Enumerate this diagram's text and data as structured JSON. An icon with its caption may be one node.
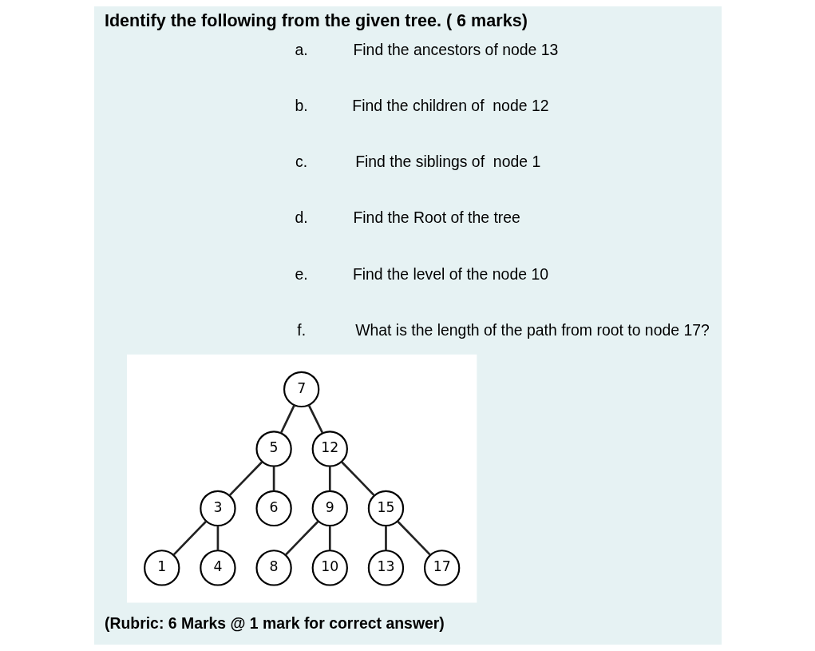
{
  "diagram": {
    "title": "Identify the following from the given tree. ( 6 marks)",
    "nodes": [
      {
        "text": [],
        "shape": "box"
      },
      {
        "text": [
          "7"
        ],
        "in": 0
      },
      {
        "text": [
          "5"
        ],
        "in": 0
      },
      {
        "text": [
          "12"
        ],
        "in": 0
      },
      {
        "text": [
          "3"
        ],
        "in": 0
      },
      {
        "text": [
          "6"
        ],
        "in": 0
      },
      {
        "text": [
          "9"
        ],
        "in": 0
      },
      {
        "text": [
          "15"
        ],
        "in": 0
      },
      {
        "text": [
          "1"
        ],
        "in": 0
      },
      {
        "text": [
          "4"
        ],
        "in": 0
      },
      {
        "text": [
          "8"
        ],
        "in": 0
      },
      {
        "text": [
          "10"
        ],
        "in": 0
      },
      {
        "text": [
          "13"
        ],
        "in": 0
      },
      {
        "text": [
          "17"
        ],
        "in": 0
      }
    ],
    "edges": [
      {
        "from": 1,
        "to": 2,
        "arrow": "none"
      },
      {
        "from": 1,
        "to": 3,
        "arrow": "none"
      },
      {
        "from": 2,
        "to": 4,
        "arrow": "none"
      },
      {
        "from": 2,
        "to": 5,
        "arrow": "none"
      },
      {
        "from": 3,
        "to": 6,
        "arrow": "none"
      },
      {
        "from": 3,
        "to": 7,
        "arrow": "none"
      },
      {
        "from": 4,
        "to": 8,
        "arrow": "none"
      },
      {
        "from": 4,
        "to": 9,
        "arrow": "none"
      },
      {
        "from": 6,
        "to": 10,
        "arrow": "none"
      },
      {
        "from": 6,
        "to": 11,
        "arrow": "none"
      },
      {
        "from": 7,
        "to": 12,
        "arrow": "none"
      },
      {
        "from": 7,
        "to": 13,
        "arrow": "none"
      }
    ],
    "labels": [
      "a.",
      "Find the ancestors of node 13",
      "b.",
      "Find the children of  node 12",
      "c.",
      " Find the siblings of  node 1",
      "d.",
      "Find the Root of the tree",
      "e.",
      "Find the level of the node 10",
      "f.",
      " What is the length of the path from root to node 17?",
      "(Rubric: 6 Marks @ 1 mark for correct answer)"
    ]
  }
}
